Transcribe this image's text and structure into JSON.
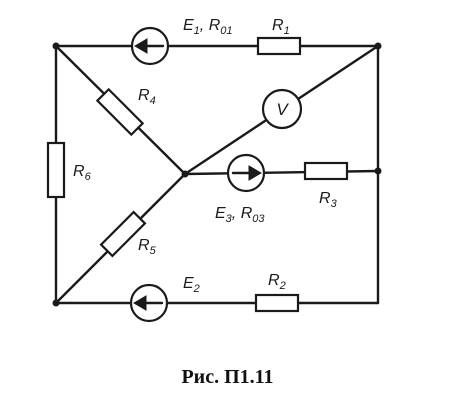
{
  "labels": {
    "e1": "E",
    "e1_sub": "1",
    "e1_sep": ", ",
    "r01": "R",
    "r01_sub": "01",
    "r1": "R",
    "r1_sub": "1",
    "r4": "R",
    "r4_sub": "4",
    "voltmeter": "V",
    "r6": "R",
    "r6_sub": "6",
    "e3": "E",
    "e3_sub": "3",
    "e3_sep": ", ",
    "r03": "R",
    "r03_sub": "03",
    "r3": "R",
    "r3_sub": "3",
    "r5": "R",
    "r5_sub": "5",
    "e2": "E",
    "e2_sub": "2",
    "r2": "R",
    "r2_sub": "2"
  },
  "caption": "Рис. П1.11"
}
